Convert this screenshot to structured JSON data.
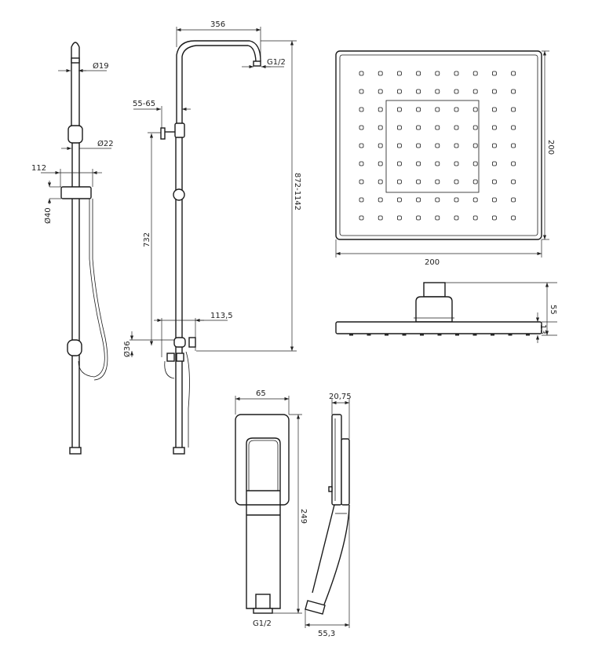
{
  "dimensions": {
    "rail_d19": "Ø19",
    "rail_d22": "Ø22",
    "holder_width": "112",
    "holder_d40": "Ø40",
    "arm_length": "356",
    "arm_thread": "G1/2",
    "wall_offset": "55-65",
    "mixer_height": "732",
    "total_height": "872-1142",
    "mixer_depth": "113,5",
    "mixer_d36": "Ø36",
    "head_height": "200",
    "head_width": "200",
    "head_total_depth": "55",
    "head_plate": "13",
    "hand_width": "65",
    "hand_length": "249",
    "hand_thread": "G1/2",
    "hand_thickness": "20,75",
    "hand_depth": "55,3"
  }
}
